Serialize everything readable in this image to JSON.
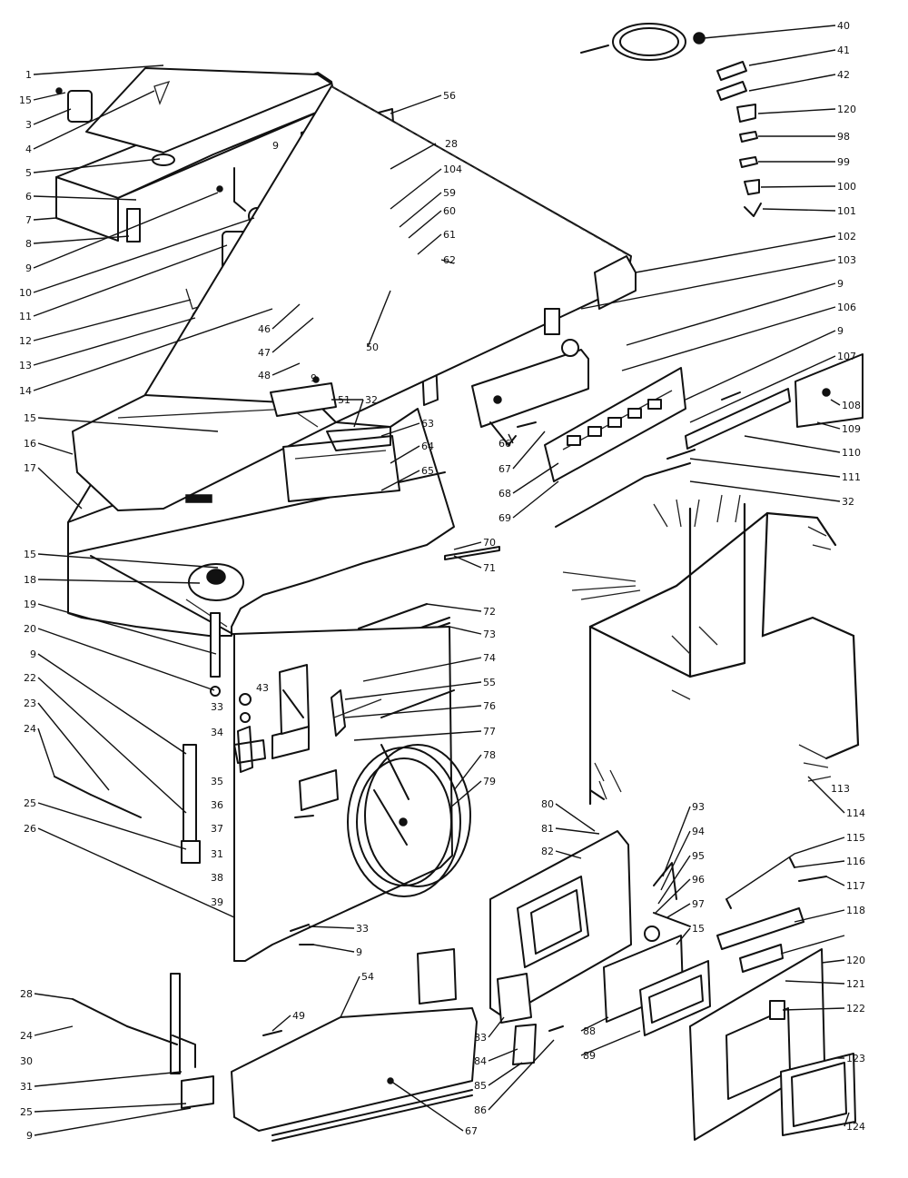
{
  "diagram": {
    "callouts_left": [
      "1",
      "15",
      "3",
      "4",
      "5",
      "6",
      "7",
      "8",
      "9",
      "10",
      "11",
      "12",
      "13",
      "14",
      "15",
      "16",
      "17",
      "15",
      "18",
      "19",
      "20",
      "9",
      "22",
      "23",
      "24",
      "25",
      "26",
      "28",
      "24",
      "30",
      "31",
      "25",
      "9"
    ],
    "callouts_center": [
      "56",
      "9",
      "28",
      "104",
      "59",
      "60",
      "61",
      "62",
      "46",
      "47",
      "48",
      "50",
      "9",
      "51",
      "32",
      "63",
      "64",
      "65",
      "70",
      "71",
      "72",
      "73",
      "74",
      "55",
      "76",
      "77",
      "78",
      "79",
      "33",
      "43",
      "34",
      "35",
      "36",
      "37",
      "31",
      "38",
      "39",
      "33",
      "9",
      "54",
      "49",
      "67"
    ],
    "callouts_right": [
      "40",
      "41",
      "42",
      "120",
      "98",
      "99",
      "100",
      "101",
      "102",
      "103",
      "9",
      "106",
      "9",
      "107",
      "108",
      "109",
      "110",
      "111",
      "32",
      "66",
      "67",
      "68",
      "69",
      "113",
      "114",
      "115",
      "116",
      "117",
      "118",
      "120",
      "121",
      "122",
      "123",
      "124",
      "80",
      "81",
      "82",
      "93",
      "94",
      "95",
      "96",
      "97",
      "15",
      "83",
      "84",
      "85",
      "86",
      "88",
      "89"
    ]
  }
}
